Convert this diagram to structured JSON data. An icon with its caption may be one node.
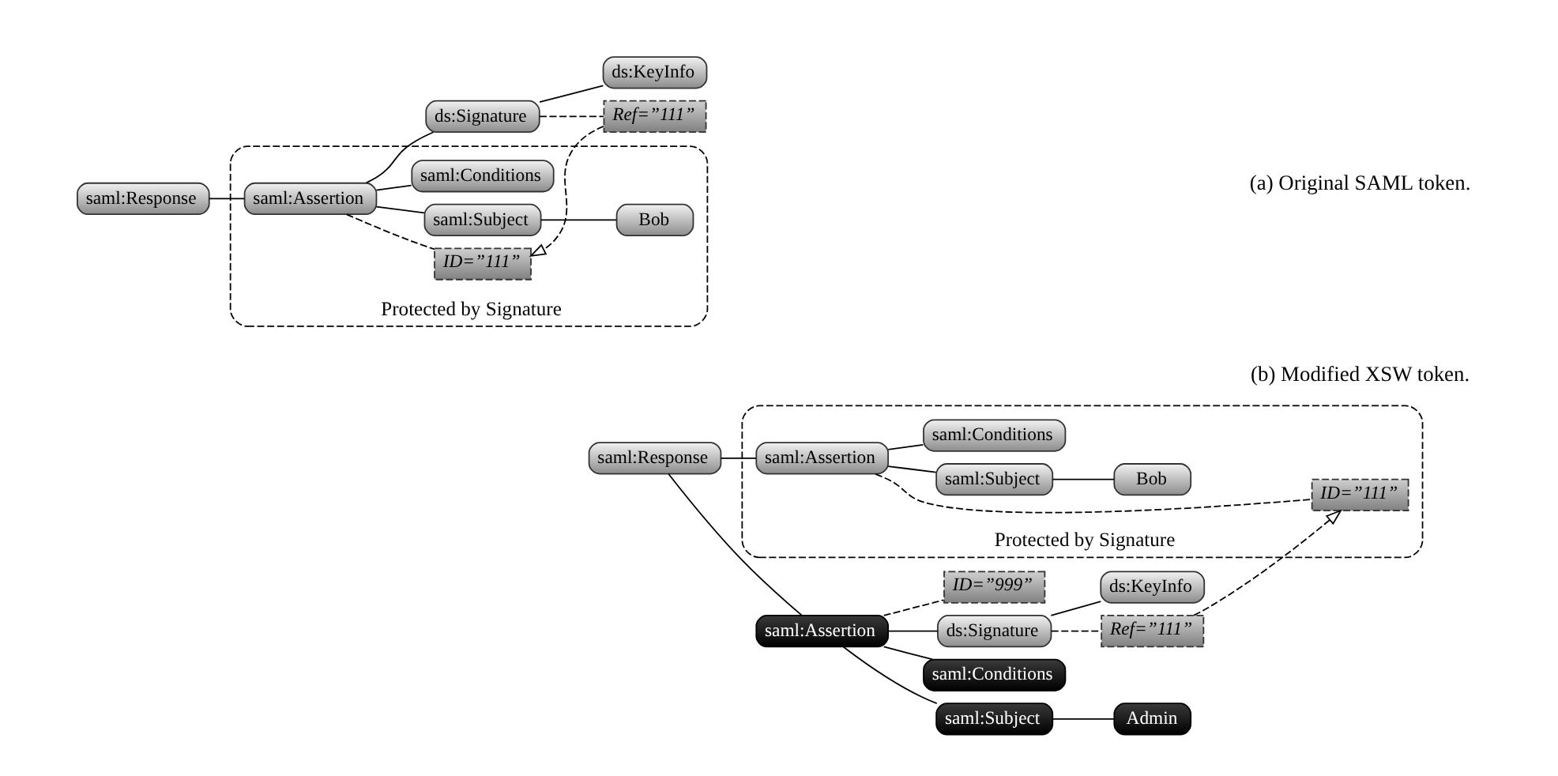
{
  "diagram": {
    "nodes": [
      {
        "text": [
          "saml:Response"
        ]
      },
      {
        "text": [
          "Protected by Signature"
        ]
      },
      {
        "text": [
          "saml:Assertion"
        ],
        "in": 1
      },
      {
        "text": [
          "ID=”111”"
        ],
        "in": 1
      },
      {
        "text": [
          "saml:Subject"
        ],
        "in": 1
      },
      {
        "text": [
          "Bob"
        ],
        "in": 1
      },
      {
        "text": [
          "saml:Conditions"
        ],
        "in": 1
      },
      {
        "text": [
          "ds:Signature"
        ]
      },
      {
        "text": [
          "Ref=”111”"
        ]
      },
      {
        "text": [
          "ds:KeyInfo"
        ]
      },
      {
        "text": [
          "saml:Response"
        ]
      },
      {
        "text": [
          "saml:Assertion"
        ]
      },
      {
        "text": [
          "ID=”999”"
        ]
      },
      {
        "text": [
          "saml:Subject"
        ]
      },
      {
        "text": [
          "Admin"
        ]
      },
      {
        "text": [
          "saml:Conditions"
        ]
      },
      {
        "text": [
          "ds:Signature"
        ]
      },
      {
        "text": [
          "Ref=”111”"
        ]
      },
      {
        "text": [
          "ds:KeyInfo"
        ]
      },
      {
        "text": [
          "Protected by Signature"
        ]
      },
      {
        "text": [
          "saml:Assertion"
        ],
        "in": 19
      },
      {
        "text": [
          "ID=”111”"
        ],
        "in": 19
      },
      {
        "text": [
          "saml:Subject"
        ],
        "in": 19
      },
      {
        "text": [
          "Bob"
        ],
        "in": 19
      },
      {
        "text": [
          "saml:Conditions"
        ],
        "in": 19
      }
    ],
    "edges": [
      {
        "from": 0,
        "to": 2,
        "arrow": "none"
      },
      {
        "from": 2,
        "to": 3,
        "arrow": "none",
        "style": "dashed"
      },
      {
        "from": 2,
        "to": 4,
        "arrow": "none"
      },
      {
        "from": 4,
        "to": 5,
        "arrow": "none"
      },
      {
        "from": 2,
        "to": 6,
        "arrow": "none"
      },
      {
        "from": 2,
        "to": 7,
        "arrow": "none"
      },
      {
        "from": 7,
        "to": 8,
        "arrow": "none",
        "style": "dashed"
      },
      {
        "from": 7,
        "to": 9,
        "arrow": "none"
      },
      {
        "from": 8,
        "to": 3,
        "arrow": "to",
        "style": "dashed"
      },
      {
        "from": 10,
        "to": 11,
        "arrow": "none"
      },
      {
        "from": 11,
        "to": 12,
        "arrow": "none",
        "style": "dashed"
      },
      {
        "from": 11,
        "to": 13,
        "arrow": "none"
      },
      {
        "from": 13,
        "to": 14,
        "arrow": "none"
      },
      {
        "from": 11,
        "to": 15,
        "arrow": "none"
      },
      {
        "from": 11,
        "to": 16,
        "arrow": "none"
      },
      {
        "from": 16,
        "to": 17,
        "arrow": "none",
        "style": "dashed"
      },
      {
        "from": 16,
        "to": 18,
        "arrow": "none"
      },
      {
        "from": 17,
        "to": 21,
        "arrow": "to",
        "style": "dashed"
      },
      {
        "from": 10,
        "to": 20,
        "arrow": "none"
      },
      {
        "from": 20,
        "to": 21,
        "arrow": "none",
        "style": "dashed"
      },
      {
        "from": 20,
        "to": 22,
        "arrow": "none"
      },
      {
        "from": 22,
        "to": 23,
        "arrow": "none"
      },
      {
        "from": 20,
        "to": 24,
        "arrow": "none"
      }
    ],
    "labels": [
      "(a) Original SAML token.",
      "(b) Modified XSW token."
    ]
  }
}
